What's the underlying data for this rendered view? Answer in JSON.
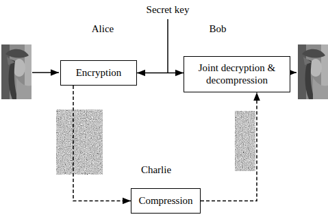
{
  "diagram": {
    "nodes": [
      {
        "text": [
          "Encryption"
        ]
      },
      {
        "text": [
          "Joint decryption & decompression"
        ]
      },
      {
        "text": [
          "Compression"
        ]
      }
    ],
    "edges": [
      {
        "from": 0,
        "to": 1,
        "arrow": "both"
      },
      {
        "from": 0,
        "to": 2,
        "arrow": "to"
      },
      {
        "from": 2,
        "to": 1,
        "arrow": "to"
      }
    ],
    "labels": [
      "Secret key",
      "Alice",
      "Bob",
      "Charlie"
    ]
  }
}
